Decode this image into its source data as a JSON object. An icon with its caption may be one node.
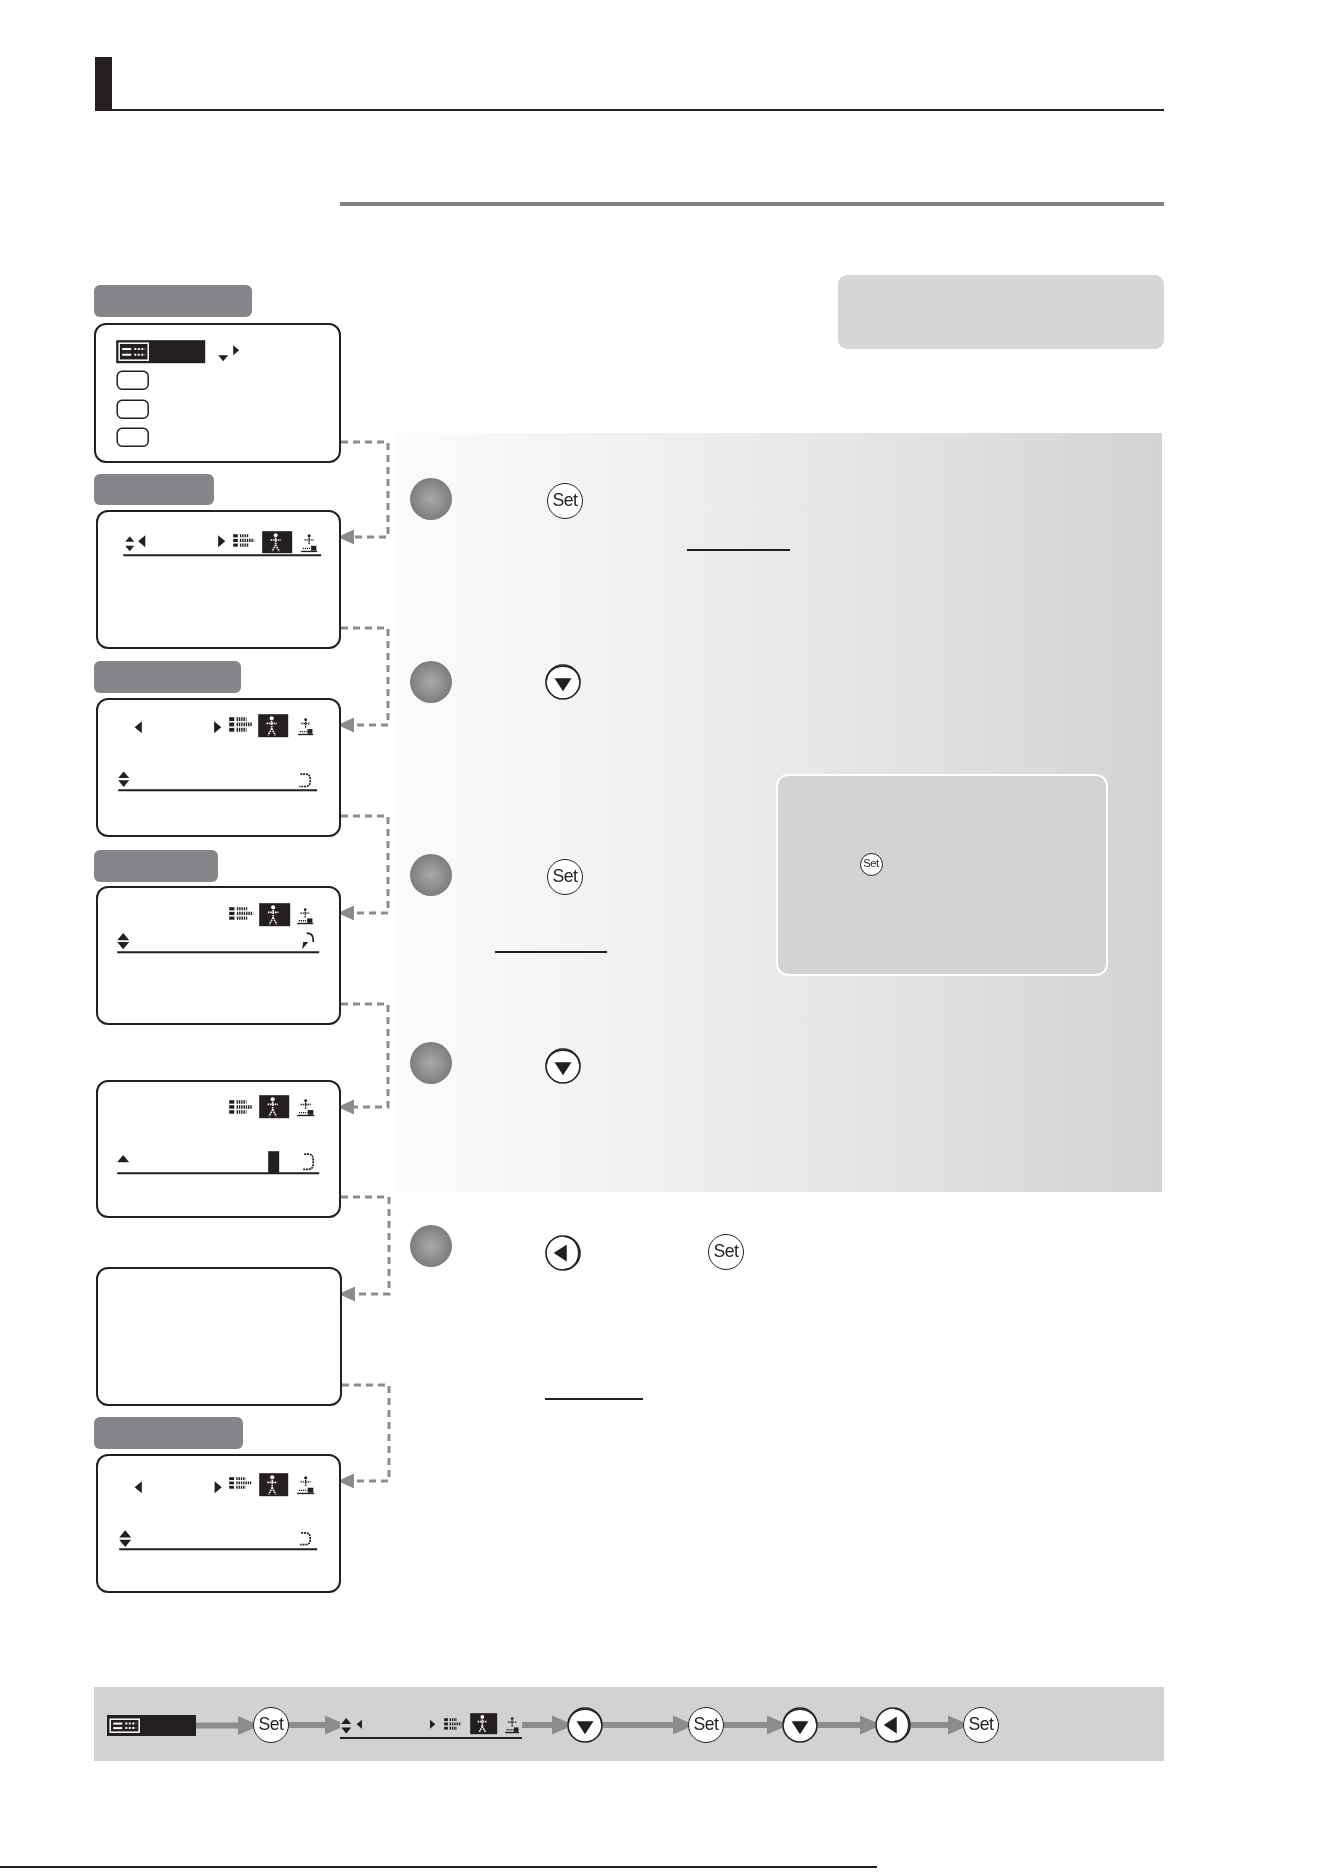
{
  "diagram": {
    "nodes": [
      {
        "text": [],
        "shape": "bar"
      },
      {
        "text": [],
        "shape": "box"
      },
      {
        "text": [],
        "shape": "bar"
      },
      {
        "text": [],
        "shape": "box"
      },
      {
        "text": [],
        "shape": "bar"
      },
      {
        "text": [],
        "shape": "box"
      },
      {
        "text": [],
        "shape": "bar"
      },
      {
        "text": [],
        "shape": "box"
      },
      {
        "text": [],
        "shape": "box"
      },
      {
        "text": [],
        "shape": "box"
      },
      {
        "text": [],
        "shape": "bar"
      },
      {
        "text": [],
        "shape": "box"
      },
      {
        "text": [],
        "shape": "bar"
      },
      {
        "text": [
          "Set"
        ]
      },
      {
        "text": [],
        "shape": "bar"
      },
      {
        "text": [],
        "shape": "circle"
      },
      {
        "text": [
          "Set"
        ]
      },
      {
        "text": [],
        "shape": "circle"
      },
      {
        "text": [],
        "shape": "circle"
      },
      {
        "text": [
          "Set"
        ]
      }
    ],
    "edges": [
      {
        "from": 1,
        "to": 3,
        "arrow": "to",
        "style": "dashed"
      },
      {
        "from": 3,
        "to": 5,
        "arrow": "to",
        "style": "dashed"
      },
      {
        "from": 5,
        "to": 7,
        "arrow": "to",
        "style": "dashed"
      },
      {
        "from": 7,
        "to": 8,
        "arrow": "to",
        "style": "dashed"
      },
      {
        "from": 8,
        "to": 9,
        "arrow": "to",
        "style": "dashed"
      },
      {
        "from": 9,
        "to": 11,
        "arrow": "to",
        "style": "dashed"
      },
      {
        "from": 12,
        "to": 13,
        "arrow": "to"
      },
      {
        "from": 13,
        "to": 14,
        "arrow": "to"
      },
      {
        "from": 14,
        "to": 15,
        "arrow": "to"
      },
      {
        "from": 15,
        "to": 16,
        "arrow": "to"
      },
      {
        "from": 16,
        "to": 17,
        "arrow": "to"
      },
      {
        "from": 17,
        "to": 18,
        "arrow": "to"
      },
      {
        "from": 18,
        "to": 19,
        "arrow": "to"
      }
    ],
    "labels": [
      "Set",
      "Set",
      "Set",
      "Set"
    ]
  }
}
